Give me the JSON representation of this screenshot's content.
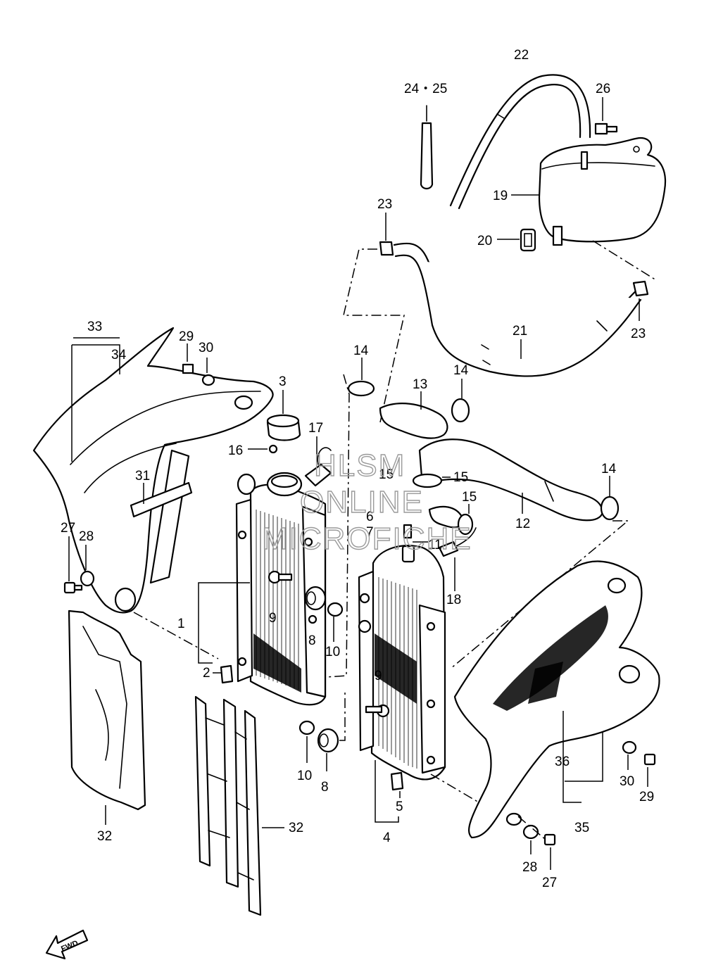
{
  "callouts": {
    "n1": "1",
    "n2": "2",
    "n3": "3",
    "n4": "4",
    "n5": "5",
    "n6": "6",
    "n7": "7",
    "n8a": "8",
    "n8b": "8",
    "n9a": "9",
    "n9b": "9",
    "n10a": "10",
    "n10b": "10",
    "n11": "11",
    "n12": "12",
    "n13": "13",
    "n14a": "14",
    "n14b": "14",
    "n14c": "14",
    "n15a": "15",
    "n15b": "15",
    "n15c": "15",
    "n16": "16",
    "n17": "17",
    "n18": "18",
    "n19": "19",
    "n20": "20",
    "n21": "21",
    "n22": "22",
    "n23a": "23",
    "n23b": "23",
    "n2425": "24・25",
    "n26": "26",
    "n27a": "27",
    "n27b": "27",
    "n28a": "28",
    "n28b": "28",
    "n29a": "29",
    "n29b": "29",
    "n30a": "30",
    "n30b": "30",
    "n31": "31",
    "n32a": "32",
    "n32b": "32",
    "n33": "33",
    "n34": "34",
    "n35": "35",
    "n36": "36"
  },
  "watermark": {
    "line1": "HLSM",
    "line2": "ONLINE",
    "line3": "MICROFICHE"
  },
  "fwd": {
    "label": "FWD"
  },
  "colors": {
    "ink": "#000000",
    "paper": "#ffffff",
    "watermark": "#9a9a9a"
  }
}
